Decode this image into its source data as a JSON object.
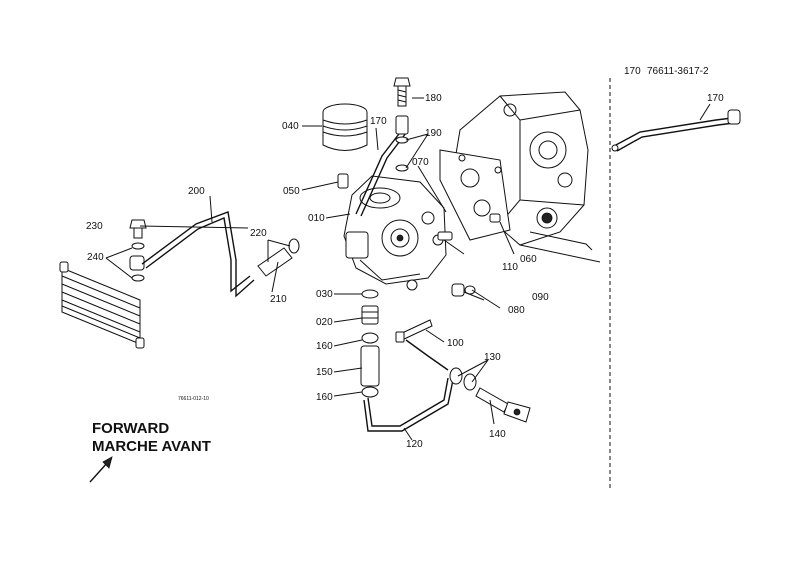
{
  "reference": {
    "item": "170",
    "code": "76611-3617-2"
  },
  "detail_label": "170",
  "part_labels": {
    "p010": "010",
    "p020": "020",
    "p030": "030",
    "p040": "040",
    "p050": "050",
    "p060": "060",
    "p070": "070",
    "p080": "080",
    "p090": "090",
    "p100": "100",
    "p110": "110",
    "p120": "120",
    "p130": "130",
    "p140": "140",
    "p150": "150",
    "p160a": "160",
    "p160b": "160",
    "p170": "170",
    "p180": "180",
    "p190": "190",
    "p200": "200",
    "p210": "210",
    "p220": "220",
    "p230": "230",
    "p240": "240"
  },
  "drawing_number": "76611-012-10",
  "direction": {
    "line1": "FORWARD",
    "line2": "MARCHE AVANT"
  }
}
